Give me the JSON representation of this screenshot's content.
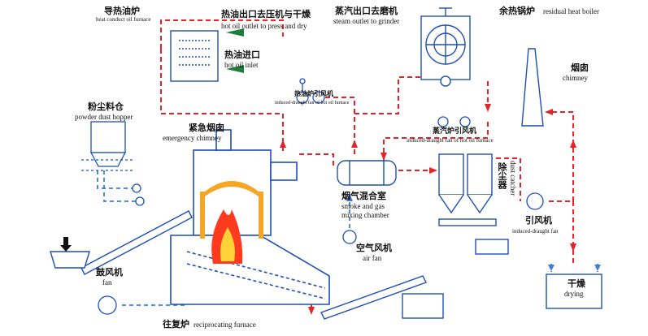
{
  "labels": {
    "heat_furnace_zh": "导热油炉",
    "heat_furnace_en": "heat conduct oil furnace",
    "hot_oil_outlet_zh": "热油出口去压机与干燥",
    "hot_oil_outlet_en": "hot oil outlet to press and dry",
    "hot_oil_inlet_zh": "热油进口",
    "hot_oil_inlet_en": "hot oil inlet",
    "steam_outlet_zh": "蒸汽出口去磨机",
    "steam_outlet_en": "steam outlet to grinder",
    "residual_boiler_zh": "余热锅炉",
    "residual_boiler_en": "residual heat boiler",
    "chimney_zh": "烟囱",
    "chimney_en": "chimney",
    "fan_hot_oil_1_zh": "热油炉引风机",
    "fan_hot_oil_1_en": "induced-draught fan of hot oil furnace",
    "fan_hot_oil_2_zh": "蒸汽炉引风机",
    "fan_hot_oil_2_en": "induced-draught fan of hot oil furnace",
    "powder_hopper_zh": "粉尘料仓",
    "powder_hopper_en": "powder dust hopper",
    "emergency_chimney_zh": "紧急烟囱",
    "emergency_chimney_en": "emergency chimney",
    "mixing_chamber_zh": "烟气混合室",
    "mixing_chamber_en_1": "smoke and gas",
    "mixing_chamber_en_2": "mixing chamber",
    "dust_catcher_zh": "除尘器",
    "dust_catcher_en": "dust catcher",
    "induced_fan_zh": "引风机",
    "induced_fan_en": "induced-draught fan",
    "air_fan_zh": "空气风机",
    "air_fan_en": "air fan",
    "blower_zh": "鼓风机",
    "blower_en": "fan",
    "drying_zh": "干燥",
    "drying_en": "drying",
    "furnace_zh": "往复炉",
    "furnace_en": "reciprocating furnace"
  },
  "colors": {
    "equipment": "#1f4fb4",
    "equipment_fill": "#eef3fb",
    "hot_flow": "#e0262b",
    "cold_flow": "#3d7fd6",
    "hot_oil_arrow": "#1d7d3c",
    "flame_outer": "#ff3b1f",
    "flame_inner": "#ffd23a"
  }
}
